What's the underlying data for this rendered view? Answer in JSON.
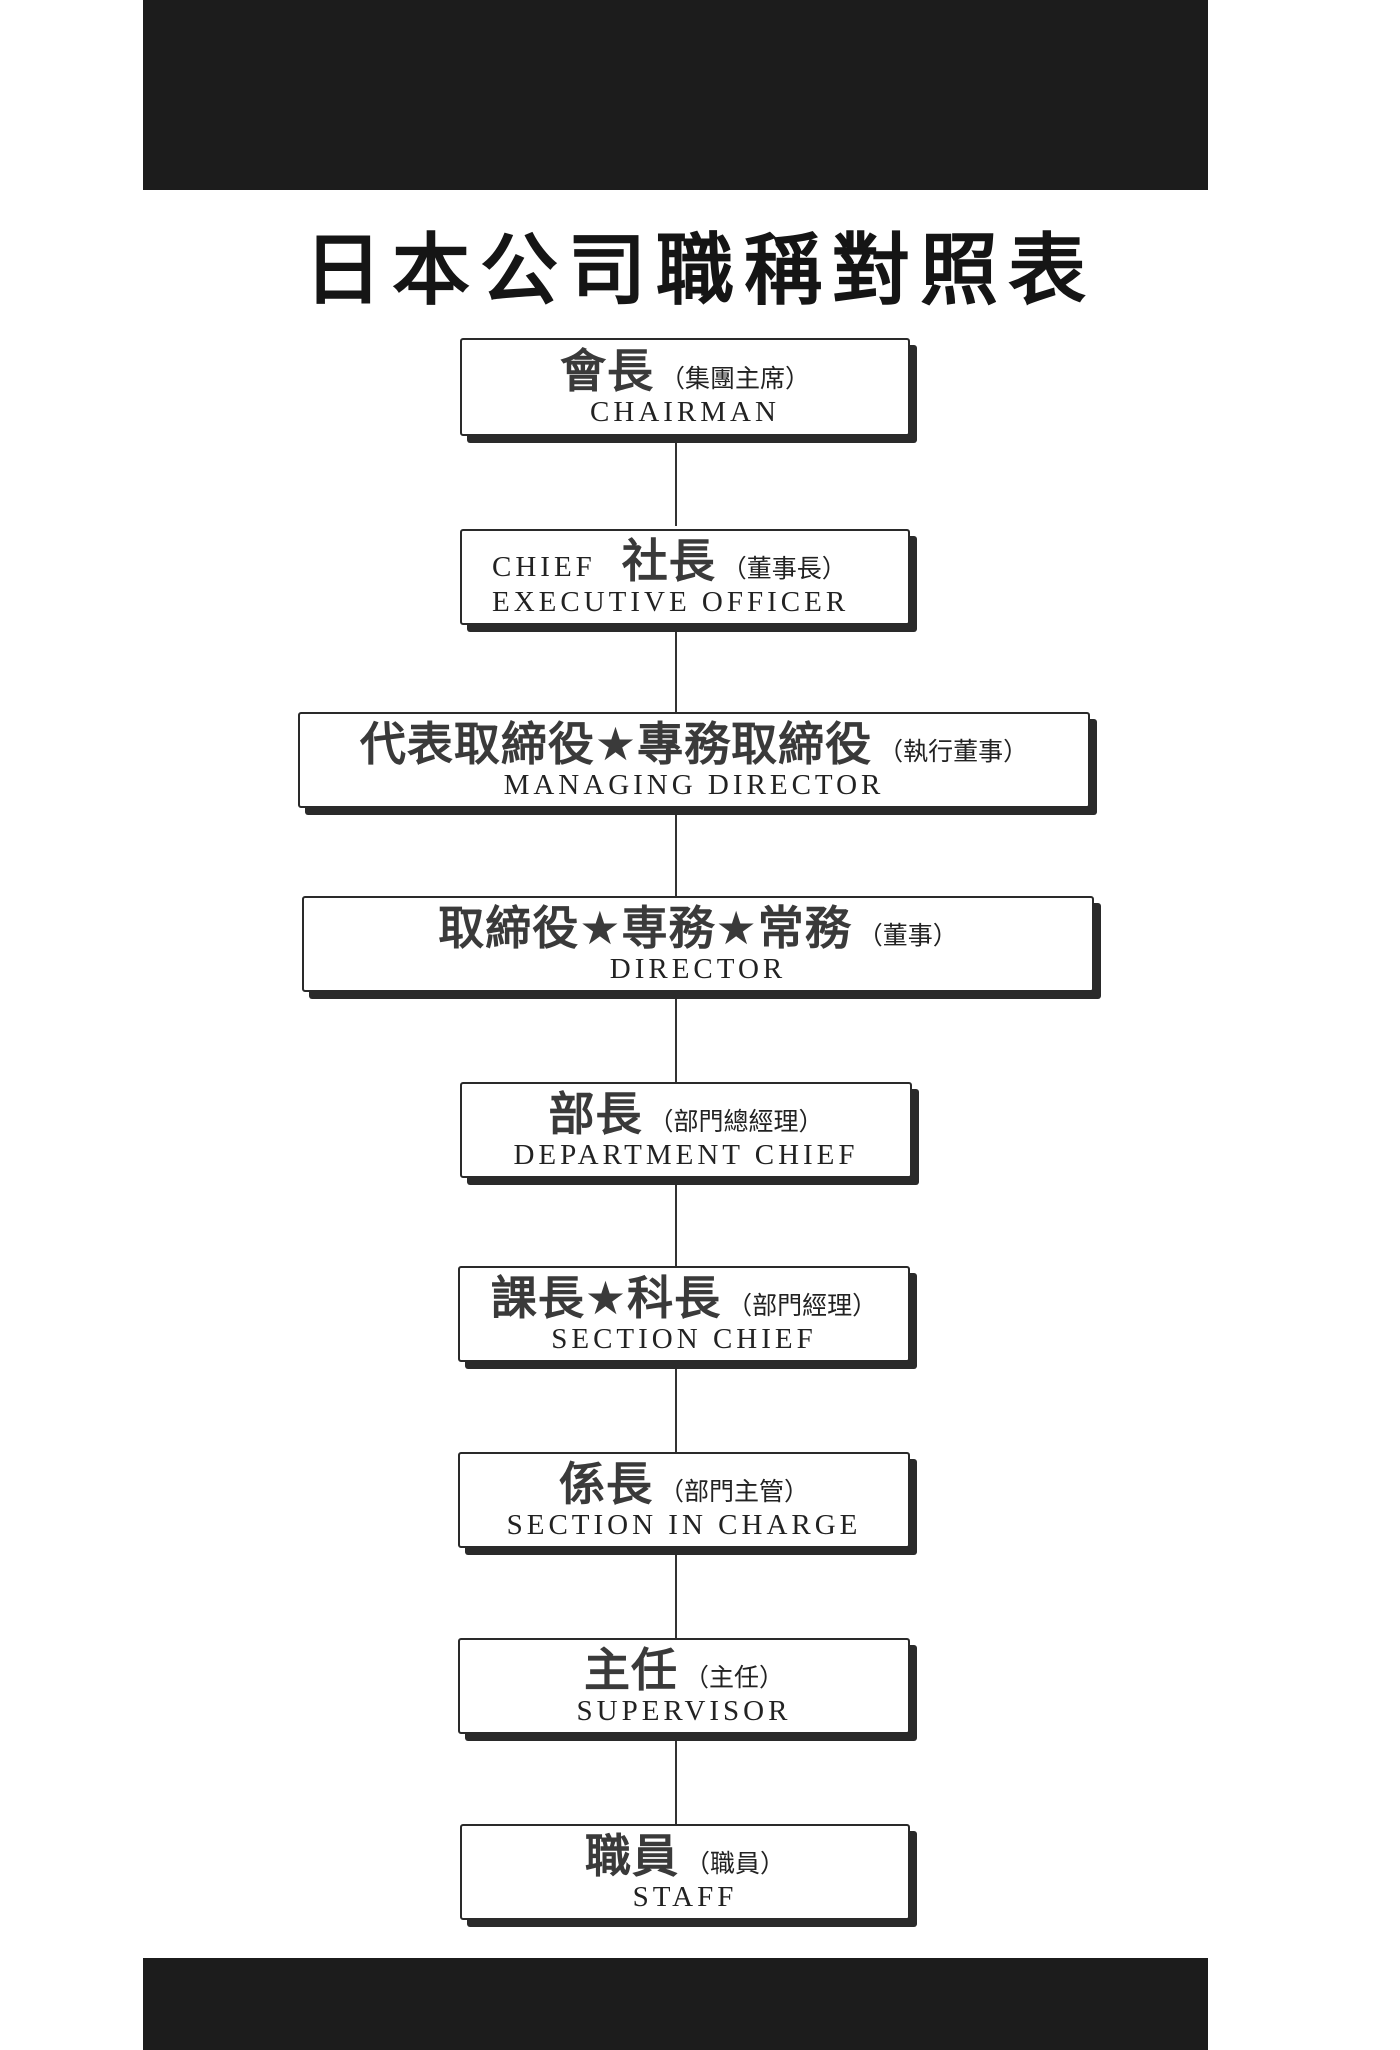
{
  "title": "日本公司職稱對照表",
  "positions": [
    {
      "jp": "會長",
      "zh": "（集團主席）",
      "en": "CHAIRMAN"
    },
    {
      "jp": "社長",
      "zh": "（董事長）",
      "en_line1": "CHIEF",
      "en": "EXECUTIVE  OFFICER"
    },
    {
      "jp": "代表取締役★專務取締役",
      "zh": "（執行董事）",
      "en": "MANAGING  DIRECTOR"
    },
    {
      "jp": "取締役★専務★常務",
      "zh": "（董事）",
      "en": "DIRECTOR"
    },
    {
      "jp": "部長",
      "zh": "（部門總經理）",
      "en": "DEPARTMENT  CHIEF"
    },
    {
      "jp": "課長★科長",
      "zh": "（部門經理）",
      "en": "SECTION  CHIEF"
    },
    {
      "jp": "係長",
      "zh": "（部門主管）",
      "en": "SECTION  IN  CHARGE"
    },
    {
      "jp": "主任",
      "zh": "（主任）",
      "en": "SUPERVISOR"
    },
    {
      "jp": "職員",
      "zh": "（職員）",
      "en": "STAFF"
    }
  ]
}
